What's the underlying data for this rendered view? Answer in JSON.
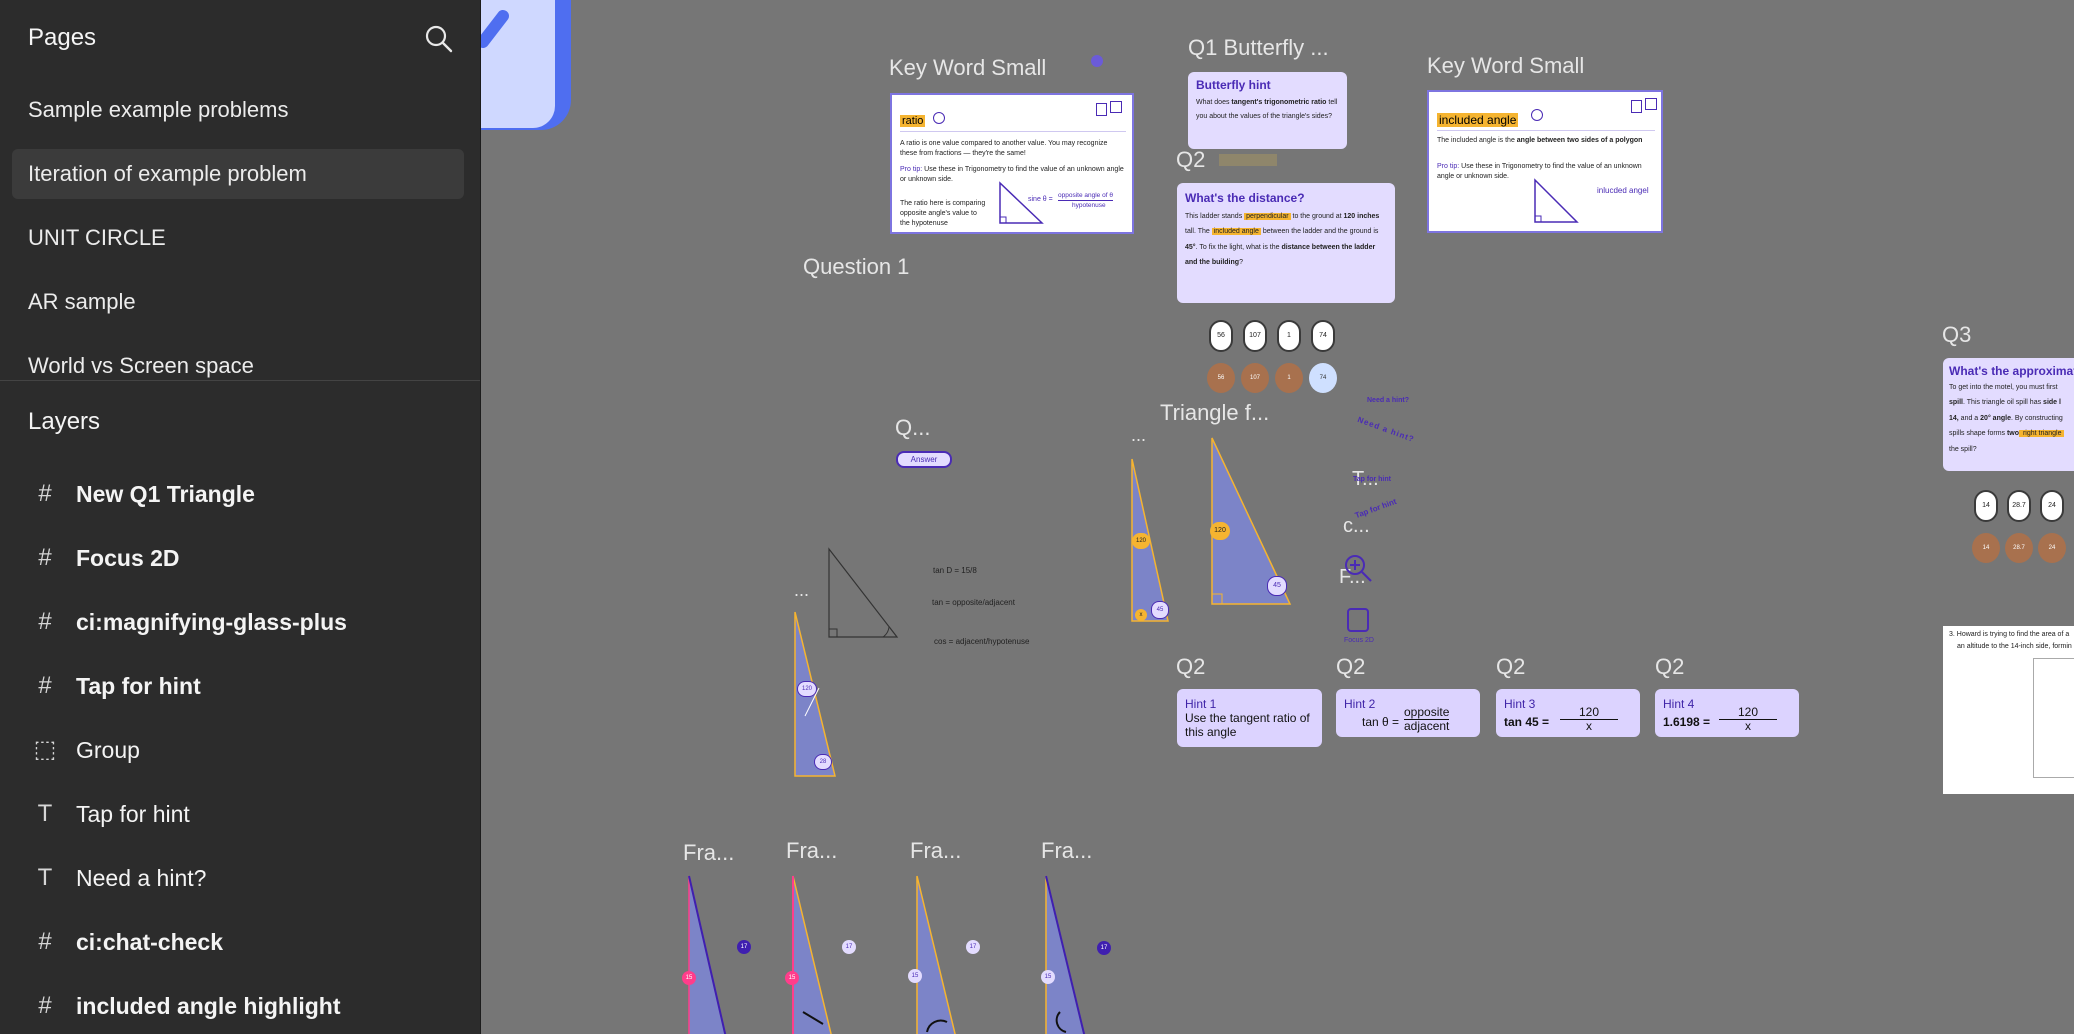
{
  "sidebar": {
    "pages_title": "Pages",
    "pages": [
      {
        "label": "Sample example problems",
        "active": false
      },
      {
        "label": "Iteration of example problem",
        "active": true
      },
      {
        "label": "UNIT CIRCLE",
        "active": false
      },
      {
        "label": "AR sample",
        "active": false
      },
      {
        "label": "World vs Screen space",
        "active": false
      }
    ],
    "layers_title": "Layers",
    "layers": [
      {
        "icon": "#",
        "label": "New Q1 Triangle",
        "bold": true
      },
      {
        "icon": "#",
        "label": "Focus 2D",
        "bold": true
      },
      {
        "icon": "#",
        "label": "ci:magnifying-glass-plus",
        "bold": true
      },
      {
        "icon": "#",
        "label": "Tap for hint",
        "bold": true
      },
      {
        "icon": "⬚",
        "label": "Group",
        "bold": false
      },
      {
        "icon": "T",
        "label": "Tap for hint",
        "bold": false
      },
      {
        "icon": "T",
        "label": "Need a hint?",
        "bold": false
      },
      {
        "icon": "#",
        "label": "ci:chat-check",
        "bold": true
      },
      {
        "icon": "#",
        "label": "included angle highlight",
        "bold": true
      }
    ]
  },
  "canvas": {
    "frame_titles": {
      "kw1": "Key Word Small",
      "q1b": "Q1 Butterfly ...",
      "kw2": "Key Word Small",
      "q2a": "Q2",
      "question1": "Question 1",
      "q3": "Q3",
      "qdots": "Q...",
      "tri_f": "Triangle f...",
      "dots1": "...",
      "dots2": "...",
      "t_dots": "T...",
      "c_dots": "c...",
      "f_dots": "F...",
      "h1": "Q2",
      "h2": "Q2",
      "h3": "Q2",
      "h4": "Q2",
      "fra1": "Fra...",
      "fra2": "Fra...",
      "fra3": "Fra...",
      "fra4": "Fra..."
    },
    "kw_ratio": {
      "word": "ratio",
      "line1a": "A ratio is one value ",
      "line1b": "compared to another value",
      ". You may": "",
      "def": "A ratio is one value compared to another value. You may recognize these from fractions — they're the same!",
      "tip_label": "Pro tip:",
      "tip": "Use these in Trigonometry to find the value of an unknown angle or unknown side.",
      "example": "The ratio here is comparing opposite angle's value to the hypotenuse",
      "formula_left": "sine θ =",
      "formula_top": "opposite angle of θ",
      "formula_bottom": "hypotenuse"
    },
    "kw_included": {
      "word": "included angle",
      "def_a": "The included angle is the ",
      "def_b": "angle between two sides of a polygon",
      "tip_label": "Pro tip:",
      "tip": "Use these in Trigonometry to find the value of an unknown angle or unknown side.",
      "arrow_label": "inlucded angel"
    },
    "butterfly": {
      "title": "Butterfly hint",
      "text_a": "What does ",
      "text_b": "tangent's trigonometric ratio",
      "text_c": " tell you about the values of the triangle's sides?"
    },
    "q2card": {
      "title": "What's the distance?",
      "t1": "This ladder stands ",
      "t2": "perpendicular",
      "t3": " to the ground at ",
      "t4": "120 inches",
      "t5": " tall. The ",
      "t6": "included angle",
      "t7": " between the ladder and the ground is ",
      "t8": "45°",
      "t9": ". To fix the light, what is the ",
      "t10": "distance between the ladder and the building",
      "t11": "?"
    },
    "q2_pills": [
      "56",
      "107",
      "1",
      "74"
    ],
    "q2_bags": [
      "56",
      "107",
      "1",
      "74"
    ],
    "answer_button": "Answer",
    "q3card": {
      "title": "What's the approximat",
      "line1": "To get into the motel, you must first",
      "line2a": "spill",
      "line2b": ". This triangle oil spill has ",
      "line2c": "side l",
      "line3a": "14,",
      "line3b": " and a ",
      "line3c": "20° angle",
      ". By constructing": "",
      "line3d": ". By constructing",
      "line4a": "spills shape forms ",
      "line4b": "two",
      "line4c": " right triangle",
      "line5": "the spill?"
    },
    "q3_pills": [
      "14",
      "28.7",
      "24"
    ],
    "q3_bags": [
      "14",
      "28.7",
      "24"
    ],
    "q3_doc": {
      "text": "3. Howard is trying to find the area of a",
      "text2": "an altitude to the 14-inch side, formin"
    },
    "formulas": [
      "tan D = 15/8",
      "tan = opposite/adjacent",
      "cos = adjacent/hypotenuse"
    ],
    "tri_labels": {
      "t120": "120",
      "t28": "28",
      "t45": "45",
      "t120b": "120",
      "t45b": "45",
      "x": "x"
    },
    "need_hint": "Need a hint?",
    "need_hint_curved": "Need a hint?",
    "tap_hint": "Tap for hint",
    "tap_hint_curved": "Tap for hint",
    "focus_label": "Focus 2D",
    "hints": [
      {
        "title": "Hint 1",
        "body": "Use the tangent ratio of this angle"
      },
      {
        "title": "Hint 2",
        "lhs": "tan θ =",
        "num": "opposite",
        "den": "adjacent"
      },
      {
        "title": "Hint 3",
        "lhs": "tan 45 =",
        "num": "120",
        "den": "x"
      },
      {
        "title": "Hint 4",
        "lhs": "1.6198 =",
        "num": "120",
        "den": "x"
      }
    ],
    "fra_badges": {
      "b17a": "17",
      "b15a": "15",
      "b17b": "17",
      "b15b": "15",
      "b17c": "17",
      "b15c": "15",
      "b17d": "17",
      "b15d": "15"
    },
    "colors": {
      "accent": "#4a2bb5",
      "highlight": "#f5b430",
      "lavender": "#dcd3ff",
      "triangle": "#7c84c8",
      "canvas": "#767676",
      "sidebar": "#2c2c2c"
    }
  }
}
